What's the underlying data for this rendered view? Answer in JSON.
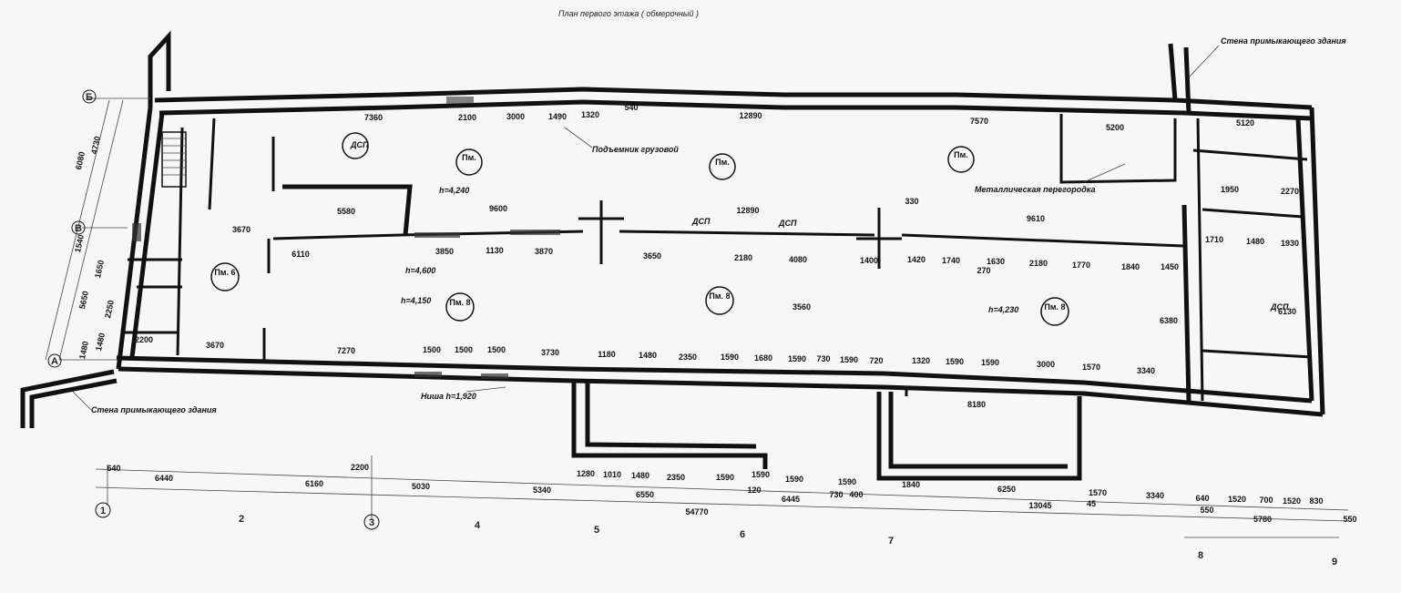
{
  "title": "План первого этажа ( обмерочный )",
  "labels": {
    "wall_top_right": "Стена примыкающего здания",
    "wall_bottom_left": "Стена примыкающего здания",
    "lift": "Подъемник грузовой",
    "partition": "Металлическая перегородка",
    "niche": "Ниша h=1,920",
    "dsp": "ДСП"
  },
  "heights": [
    "h=4,240",
    "h=4,600",
    "h=4,150",
    "h=4,230"
  ],
  "rooms": [
    {
      "id": "room-6",
      "no": "Пм. 6"
    },
    {
      "id": "room-8a",
      "no": "Пм. 8"
    },
    {
      "id": "room-8b",
      "no": "Пм. 8"
    },
    {
      "id": "room-8c",
      "no": "Пм. 8"
    },
    {
      "id": "room-top-1",
      "no": "Пм."
    },
    {
      "id": "room-top-2",
      "no": "Пм."
    },
    {
      "id": "room-top-3",
      "no": "Пм."
    }
  ],
  "axes": {
    "rows": [
      "Б",
      "В",
      "А"
    ],
    "cols": [
      "1",
      "2",
      "3",
      "4",
      "5",
      "6",
      "7",
      "8",
      "9"
    ]
  },
  "dims_bottom_1": [
    "640",
    "6440",
    "6160",
    "2200",
    "5030",
    "5340",
    "1280",
    "1010",
    "1480",
    "2350",
    "1590",
    "1590",
    "1590",
    "1590",
    "1840",
    "6250",
    "1570",
    "3340",
    "640",
    "1520",
    "700",
    "1520",
    "830"
  ],
  "dims_bottom_2": [
    "6550",
    "120",
    "6445",
    "730",
    "400",
    "550",
    "5780",
    "550"
  ],
  "dims_bottom_3": [
    "54770",
    "13045",
    "45"
  ],
  "dims_inside": [
    "7360",
    "2100",
    "3000",
    "1490",
    "1320",
    "540",
    "12890",
    "7570",
    "5200",
    "5120",
    "9600",
    "12890",
    "9610",
    "3650",
    "2180",
    "4080",
    "1400",
    "1420",
    "1740",
    "1630",
    "2180",
    "1770",
    "1840",
    "1450",
    "7270",
    "1500",
    "1500",
    "1500",
    "3730",
    "1180",
    "1480",
    "2350",
    "1590",
    "1680",
    "1590",
    "730",
    "1590",
    "720",
    "1320",
    "1590",
    "1590",
    "3000",
    "1570",
    "3340",
    "6110",
    "3850",
    "1130",
    "3870",
    "5580",
    "3670",
    "2200",
    "3670",
    "8180",
    "1950",
    "2270",
    "1710",
    "1480",
    "1930",
    "6130",
    "6380",
    "3560",
    "330",
    "270"
  ],
  "dims_left": [
    "6080",
    "4730",
    "1540",
    "5650",
    "1480",
    "1650",
    "2250",
    "1480"
  ]
}
